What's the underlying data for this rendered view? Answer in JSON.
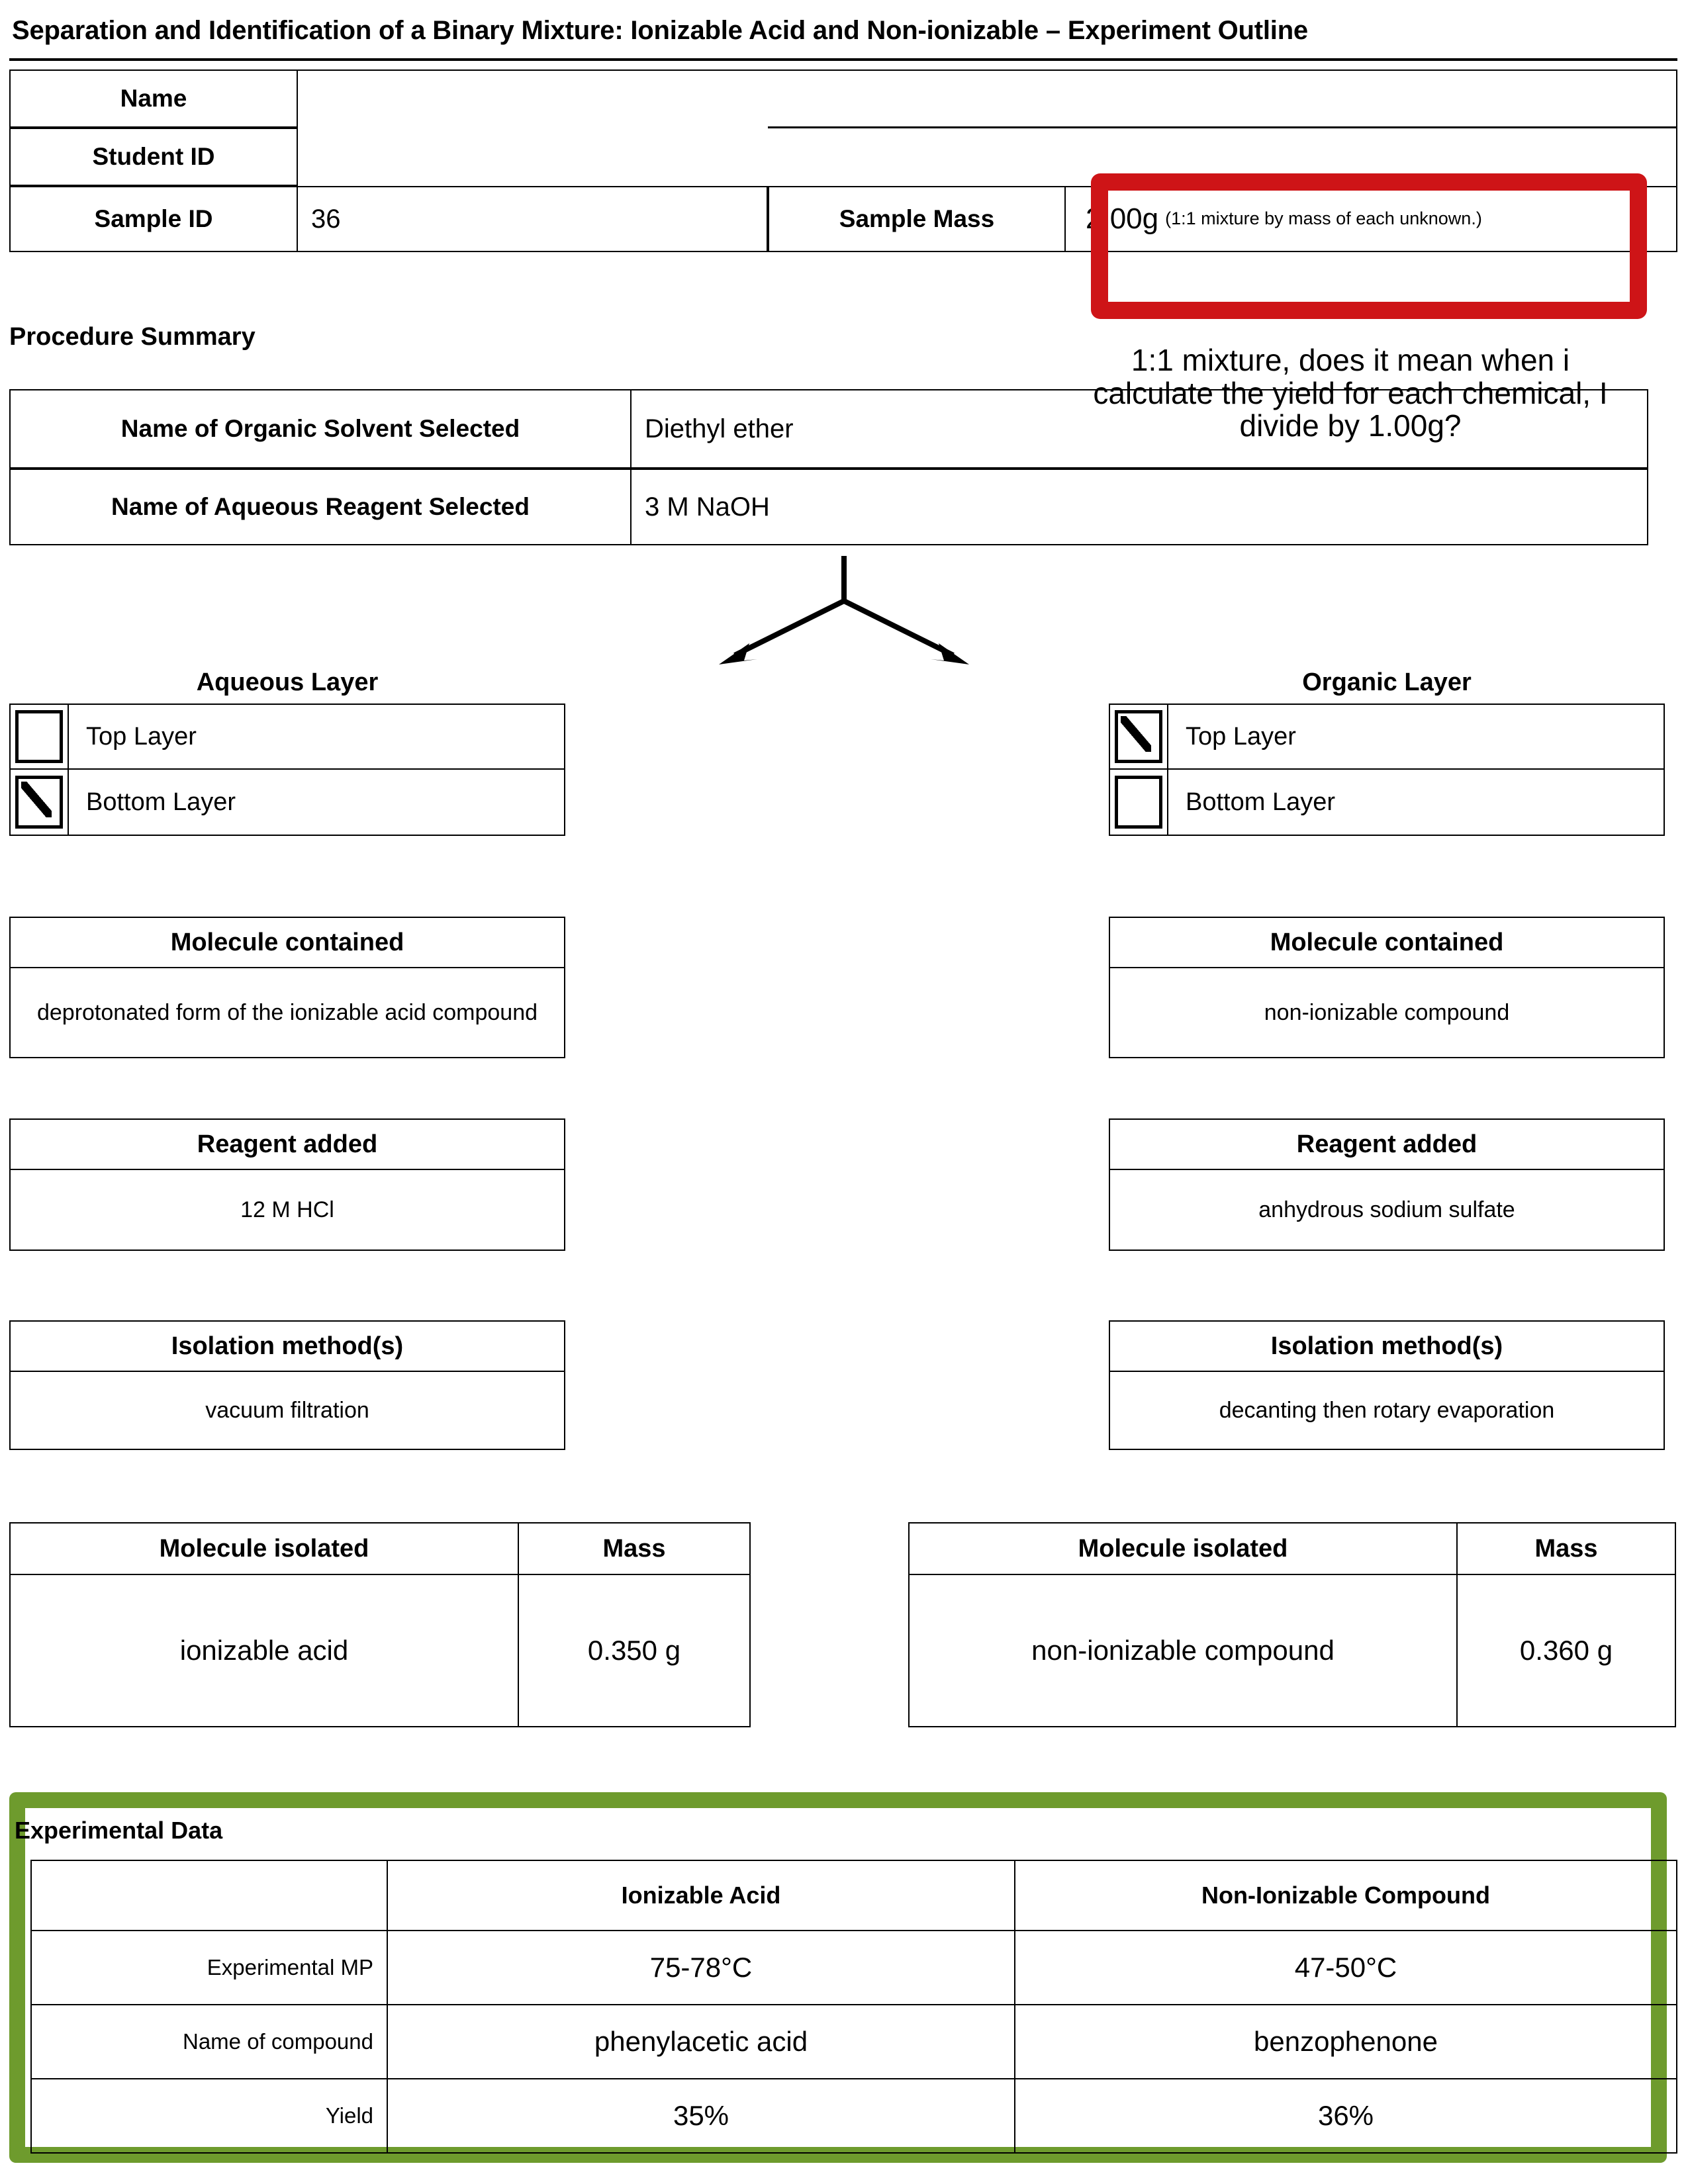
{
  "document": {
    "title": "Separation and Identification of a Binary Mixture: Ionizable Acid and Non-ionizable – Experiment Outline"
  },
  "header_table": {
    "name_label": "Name",
    "name_value": "",
    "student_id_label": "Student ID",
    "student_id_value": "",
    "sample_id_label": "Sample ID",
    "sample_id_value": "36",
    "sample_mass_label": "Sample Mass",
    "sample_mass_value": "2.00g",
    "sample_mass_note": "(1:1 mixture by mass of each unknown.)"
  },
  "annotation": {
    "question": "1:1 mixture, does it mean when i calculate the yield for each chemical, I divide by 1.00g?",
    "highlight_color_red": "#CE1417",
    "highlight_color_green": "#6E9B2D"
  },
  "procedure_summary": {
    "section_title": "Procedure Summary",
    "rows": [
      {
        "label": "Name of Organic Solvent Selected",
        "value": "Diethyl ether"
      },
      {
        "label": "Name of Aqueous Reagent Selected",
        "value": "3 M NaOH"
      }
    ]
  },
  "aqueous": {
    "heading": "Aqueous Layer",
    "layer_options": [
      {
        "label": "Top Layer",
        "checked": false
      },
      {
        "label": "Bottom Layer",
        "checked": true
      }
    ],
    "molecule_contained_header": "Molecule contained",
    "molecule_contained_value": "deprotonated form of the ionizable acid compound",
    "reagent_added_header": "Reagent added",
    "reagent_added_value": "12 M HCl",
    "isolation_method_header": "Isolation method(s)",
    "isolation_method_value": "vacuum filtration",
    "molecule_isolated_header": "Molecule isolated",
    "mass_header": "Mass",
    "molecule_isolated_value": "ionizable acid",
    "mass_value": "0.350 g"
  },
  "organic": {
    "heading": "Organic Layer",
    "layer_options": [
      {
        "label": "Top Layer",
        "checked": true
      },
      {
        "label": "Bottom Layer",
        "checked": false
      }
    ],
    "molecule_contained_header": "Molecule contained",
    "molecule_contained_value": "non-ionizable compound",
    "reagent_added_header": "Reagent added",
    "reagent_added_value": "anhydrous sodium sulfate",
    "isolation_method_header": "Isolation method(s)",
    "isolation_method_value": "decanting then rotary evaporation",
    "molecule_isolated_header": "Molecule isolated",
    "mass_header": "Mass",
    "molecule_isolated_value": "non-ionizable compound",
    "mass_value": "0.360 g"
  },
  "experimental_data": {
    "section_title": "Experimental Data",
    "columns": [
      "",
      "Ionizable Acid",
      "Non-Ionizable Compound"
    ],
    "rows": [
      {
        "label": "Experimental MP",
        "ionizable_acid": "75-78°C",
        "non_ionizable": "47-50°C"
      },
      {
        "label": "Name of compound",
        "ionizable_acid": "phenylacetic acid",
        "non_ionizable": "benzophenone"
      },
      {
        "label": "Yield",
        "ionizable_acid": "35%",
        "non_ionizable": "36%"
      }
    ]
  }
}
